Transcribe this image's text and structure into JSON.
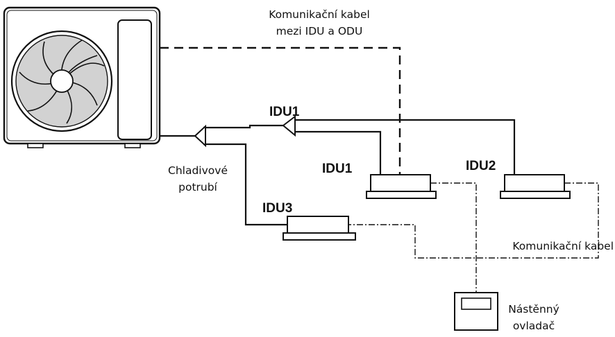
{
  "labels": {
    "comm_cable_top_line1": "Komunikační kabel",
    "comm_cable_top_line2": "mezi IDU a ODU",
    "idu1_branch": "IDU1",
    "idu1_unit": "IDU1",
    "idu2_unit": "IDU2",
    "idu3_unit": "IDU3",
    "refrigerant_pipe_line1": "Chladivové",
    "refrigerant_pipe_line2": "potrubí",
    "comm_cable_right": "Komunikační kabel",
    "wall_controller_line1": "Nástěnný",
    "wall_controller_line2": "ovladač"
  },
  "colors": {
    "line": "#111111",
    "fan_fill": "#d2d2d2",
    "unit_fill": "#ffffff"
  },
  "icons": {
    "outdoor_unit": "outdoor-unit-icon",
    "indoor_unit": "ceiling-cassette-icon",
    "controller": "wall-controller-icon",
    "distributor": "refnet-branch-icon"
  }
}
